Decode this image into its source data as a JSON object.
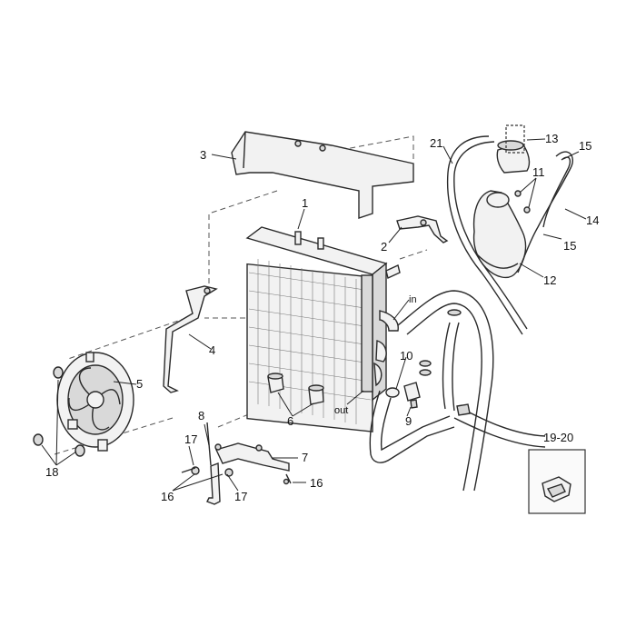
{
  "callouts": {
    "c1": "1",
    "c2": "2",
    "c3": "3",
    "c4": "4",
    "c5": "5",
    "c6": "6",
    "c7": "7",
    "c8": "8",
    "c9": "9",
    "c10": "10",
    "c11": "11",
    "c12": "12",
    "c13": "13",
    "c14": "14",
    "c15a": "15",
    "c15b": "15",
    "c16a": "16",
    "c16b": "16",
    "c17a": "17",
    "c17b": "17",
    "c18": "18",
    "c19_20": "19-20",
    "c21": "21"
  },
  "flow_labels": {
    "inlet": "in",
    "outlet": "out"
  }
}
